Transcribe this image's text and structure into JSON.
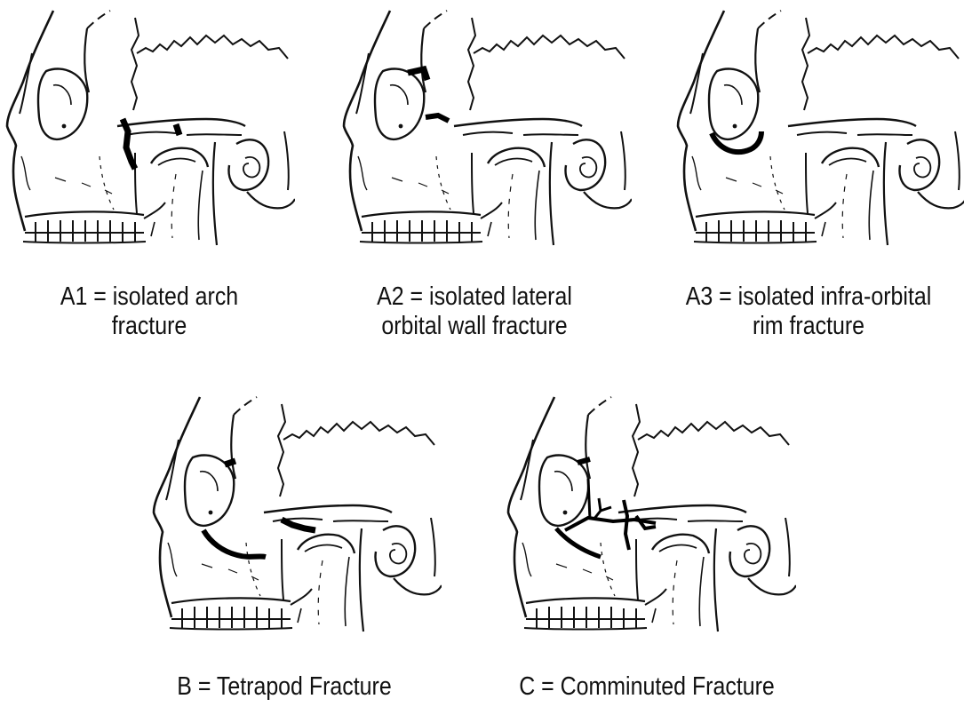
{
  "panels": [
    {
      "id": "a1",
      "caption_line1": "A1 = isolated arch",
      "caption_line2": "fracture",
      "fracture_type": "isolated-arch"
    },
    {
      "id": "a2",
      "caption_line1": "A2 = isolated lateral",
      "caption_line2": "orbital wall fracture",
      "fracture_type": "isolated-lateral-orbital-wall"
    },
    {
      "id": "a3",
      "caption_line1": "A3 = isolated infra-orbital",
      "caption_line2": "rim fracture",
      "fracture_type": "isolated-infra-orbital-rim"
    },
    {
      "id": "b",
      "caption_line1": "B = Tetrapod Fracture",
      "caption_line2": "",
      "fracture_type": "tetrapod"
    },
    {
      "id": "c",
      "caption_line1": "C = Comminuted Fracture",
      "caption_line2": "",
      "fracture_type": "comminuted"
    }
  ],
  "colors": {
    "line": "#111111",
    "fracture": "#000000",
    "background": "#ffffff"
  }
}
